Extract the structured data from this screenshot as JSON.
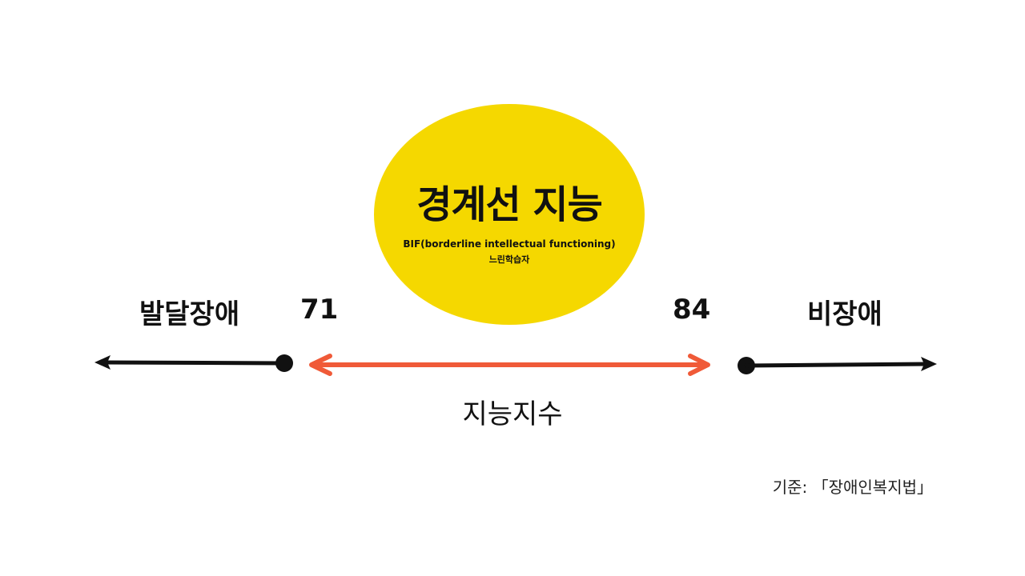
{
  "center": {
    "title": "경계선 지능",
    "subtitle_en": "BIF(borderline intellectual functioning)",
    "subtitle_ko": "느린학습자"
  },
  "left": {
    "label": "발달장애",
    "value": "71"
  },
  "right": {
    "label": "비장애",
    "value": "84"
  },
  "axis_label": "지능지수",
  "source": "기준: 「장애인복지법」",
  "colors": {
    "circle": "#f5d800",
    "range_arrow": "#f05a38",
    "side_arrows": "#111111"
  }
}
